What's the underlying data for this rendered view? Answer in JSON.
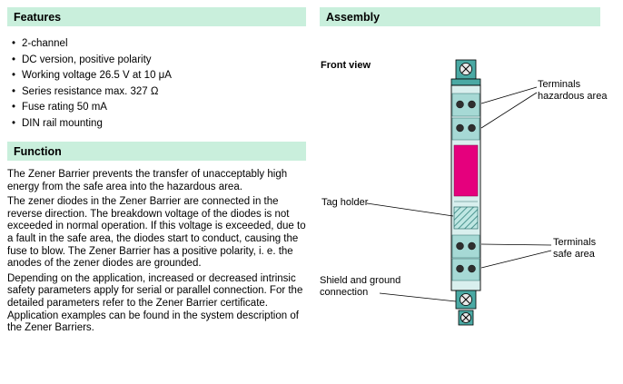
{
  "features": {
    "title": "Features",
    "items": [
      "2-channel",
      "DC version, positive polarity",
      "Working voltage 26.5 V at 10 μA",
      "Series resistance max. 327 Ω",
      "Fuse rating 50 mA",
      "DIN rail mounting"
    ]
  },
  "function": {
    "title": "Function",
    "paragraphs": [
      "The Zener Barrier prevents the transfer of unacceptably high energy from the safe area into the hazardous area.",
      "The zener diodes in the Zener Barrier are connected in the reverse direction. The breakdown voltage of the diodes is not exceeded in normal operation. If this voltage is exceeded, due to a fault in the safe area, the diodes start to conduct, causing the fuse to blow. The Zener Barrier has a positive polarity, i. e. the anodes of the zener diodes are grounded.",
      "Depending on the application, increased or decreased intrinsic safety parameters apply for serial or parallel connection. For the detailed parameters refer to the Zener Barrier certificate. Application examples can be found in the system description of the Zener Barriers."
    ]
  },
  "assembly": {
    "title": "Assembly",
    "front_view_label": "Front view",
    "callouts": {
      "terminals_hazardous": "Terminals hazardous area",
      "tag_holder": "Tag holder",
      "terminals_safe": "Terminals safe area",
      "shield_ground": "Shield and ground connection"
    }
  },
  "colors": {
    "section_header_bg": "#c9efdc",
    "device_teal": "#4aa9a4",
    "device_light": "#d9efee",
    "tag_label_magenta": "#e5007d"
  }
}
